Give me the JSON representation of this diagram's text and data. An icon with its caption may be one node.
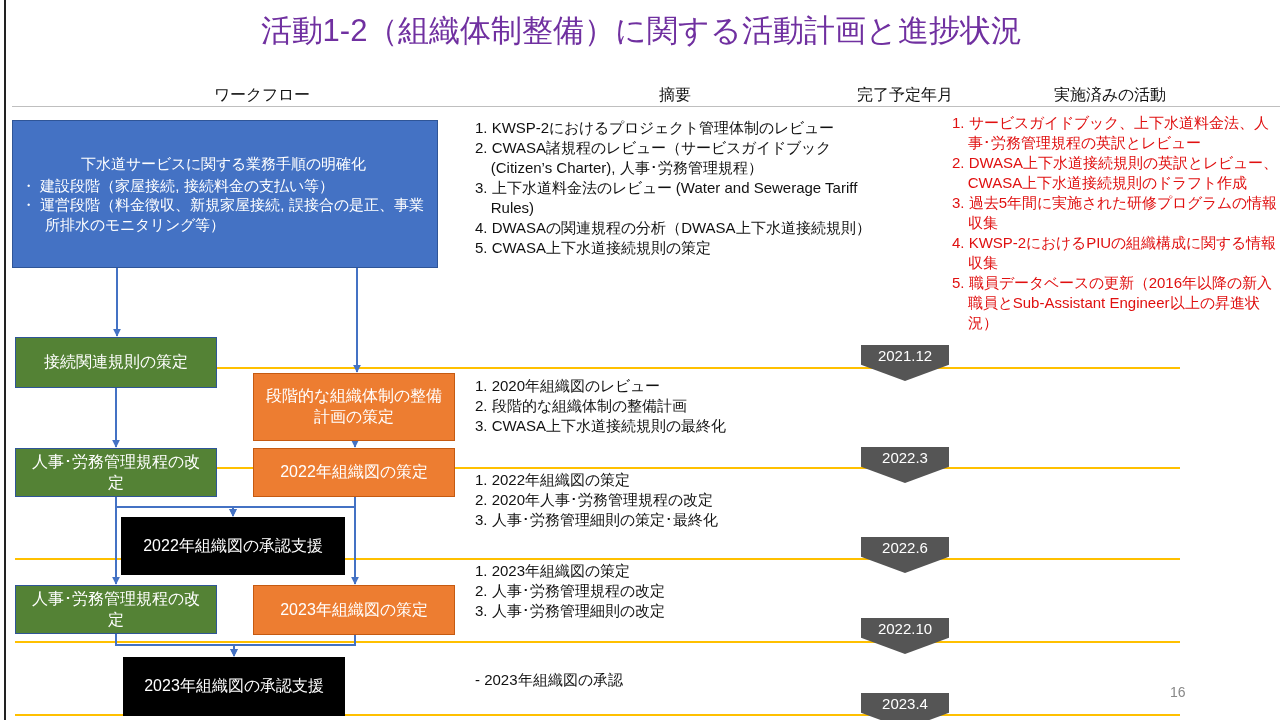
{
  "diagram": {
    "title": "活動1-2（組織体制整備）に関する活動計画と進捗状況",
    "nodes": [
      {
        "text": [
          "下水道サービスに関する業務手順の明確化",
          "・ 建設段階（家屋接続, 接続料金の支払い等）",
          "・ 運営段階（料金徴収、新規家屋接続, 誤接合の是正、事業所排水のモニタリング等）"
        ]
      },
      {
        "text": [
          "接続関連規則の策定"
        ]
      },
      {
        "text": [
          "段階的な組織体制の整備計画の策定"
        ]
      },
      {
        "text": [
          "人事･労務管理規程の改定"
        ]
      },
      {
        "text": [
          "2022年組織図の策定"
        ]
      },
      {
        "text": [
          "2022年組織図の承認支援"
        ]
      },
      {
        "text": [
          "人事･労務管理規程の改定"
        ]
      },
      {
        "text": [
          "2023年組織図の策定"
        ]
      },
      {
        "text": [
          "2023年組織図の承認支援"
        ]
      },
      {
        "text": [
          "2021.12"
        ]
      },
      {
        "text": [
          "2022.3"
        ]
      },
      {
        "text": [
          "2022.6"
        ]
      },
      {
        "text": [
          "2022.10"
        ]
      },
      {
        "text": [
          "2023.4"
        ]
      }
    ],
    "edges": [
      {
        "from": 0,
        "to": 1,
        "arrow": "to"
      },
      {
        "from": 0,
        "to": 2,
        "arrow": "to"
      },
      {
        "from": 1,
        "to": 3,
        "arrow": "to"
      },
      {
        "from": 2,
        "to": 4,
        "arrow": "to"
      },
      {
        "from": 3,
        "to": 5,
        "arrow": "to"
      },
      {
        "from": 4,
        "to": 5,
        "arrow": "to"
      },
      {
        "from": 3,
        "to": 6,
        "arrow": "to"
      },
      {
        "from": 4,
        "to": 7,
        "arrow": "to"
      },
      {
        "from": 6,
        "to": 8,
        "arrow": "to"
      },
      {
        "from": 7,
        "to": 8,
        "arrow": "to"
      }
    ],
    "labels": [
      "ワークフロー",
      "摘要",
      "完了予定年月",
      "実施済みの活動",
      "1. KWSP-2におけるプロジェクト管理体制のレビュー",
      "2. CWASA諸規程のレビュー（サービスガイドブック (Citizen’s Charter), 人事･労務管理規程）",
      "3. 上下水道料金法のレビュー (Water and Sewerage Tariff Rules)",
      "4. DWASAの関連規程の分析（DWASA上下水道接続規則）",
      "5. CWASA上下水道接続規則の策定",
      "1. サービスガイドブック、上下水道料金法、人事･労務管理規程の英訳とレビュー",
      "2. DWASA上下水道接続規則の英訳とレビュー、CWASA上下水道接続規則のドラフト作成",
      "3. 過去5年間に実施された研修プログラムの情報収集",
      "4. KWSP-2におけるPIUの組織構成に関する情報収集",
      "5. 職員データベースの更新（2016年以降の新入職員とSub-Assistant Engineer以上の昇進状況）",
      "1. 2020年組織図のレビュー",
      "2. 段階的な組織体制の整備計画",
      "3. CWASA上下水道接続規則の最終化",
      "1. 2022年組織図の策定",
      "2. 2020年人事･労務管理規程の改定",
      "3. 人事･労務管理細則の策定･最終化",
      "1. 2023年組織図の策定",
      "2. 人事･労務管理規程の改定",
      "3. 人事･労務管理細則の改定",
      "- 2023年組織図の承認",
      "16"
    ]
  }
}
